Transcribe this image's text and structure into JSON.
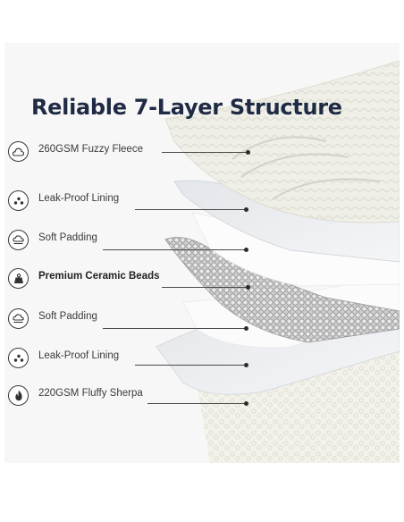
{
  "title": "Reliable 7-Layer Structure",
  "layers": [
    {
      "label": "260GSM Fuzzy Fleece",
      "icon": "cloud-icon"
    },
    {
      "label": "Leak-Proof Lining",
      "icon": "dots-icon"
    },
    {
      "label": "Soft Padding",
      "icon": "cloud-layer-icon"
    },
    {
      "label": "Premium Ceramic Beads",
      "icon": "weight-icon"
    },
    {
      "label": "Soft Padding",
      "icon": "cloud-layer-icon"
    },
    {
      "label": "Leak-Proof Lining",
      "icon": "dots-icon"
    },
    {
      "label": "220GSM Fluffy Sherpa",
      "icon": "flame-icon"
    }
  ],
  "colors": {
    "title": "#1f2a44",
    "text": "#3b3b3b",
    "background": "#f7f7f7"
  }
}
